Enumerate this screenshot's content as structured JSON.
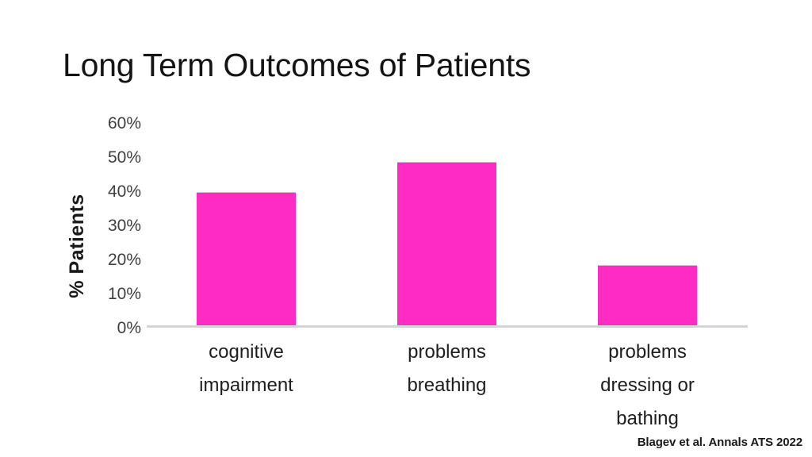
{
  "slide": {
    "title": "Long Term Outcomes of Patients",
    "citation": "Blagev et al. Annals ATS 2022",
    "background_color": "#FFFFFF"
  },
  "chart_data": {
    "type": "bar",
    "title": "Long Term Outcomes of Patients",
    "xlabel": "",
    "ylabel": "% Patients",
    "categories": [
      "cognitive impairment",
      "problems breathing",
      "problems dressing or bathing"
    ],
    "category_lines": [
      [
        "cognitive",
        "impairment"
      ],
      [
        "problems",
        "breathing"
      ],
      [
        "problems",
        "dressing or",
        "bathing"
      ]
    ],
    "values": [
      39.5,
      48.5,
      18
    ],
    "value_labels": [
      "39.5%",
      "48.5%",
      "18%"
    ],
    "ylim": [
      0,
      60
    ],
    "ytick_values": [
      60,
      50,
      40,
      30,
      20,
      10,
      0
    ],
    "ytick_labels": [
      "60%",
      "50%",
      "40%",
      "30%",
      "20%",
      "10%",
      "0%"
    ],
    "grid": false,
    "legend": false,
    "bar_color": "#FF2CC4",
    "bar_border_color": "#C9C9C9",
    "axis_line_color": "#D4D4D4",
    "tick_label_color": "#3F3F3F"
  }
}
